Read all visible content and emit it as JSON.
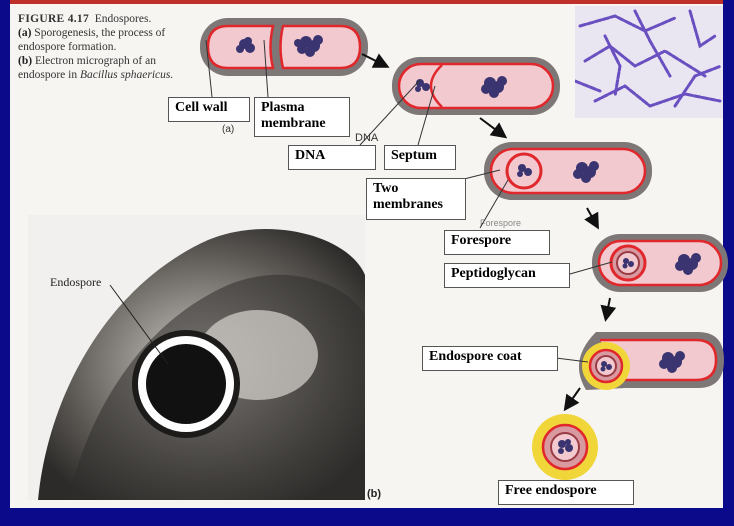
{
  "caption": {
    "figure_number": "FIGURE 4.17",
    "title": "Endospores.",
    "part_a_letter": "(a)",
    "part_a_text": "Sporogenesis, the process of endospore formation.",
    "part_b_letter": "(b)",
    "part_b_text": "Electron micrograph of an endospore in",
    "part_b_species": "Bacillus sphaericus."
  },
  "labels": {
    "cell_wall": "Cell wall",
    "plasma_membrane_1": "Plasma",
    "plasma_membrane_2": "membrane",
    "dna": "DNA",
    "septum": "Septum",
    "two_membranes_1": "Two",
    "two_membranes_2": "membranes",
    "forespore": "Forespore",
    "peptidoglycan": "Peptidoglycan",
    "endospore_coat": "Endospore coat",
    "free_endospore": "Free endospore"
  },
  "figure_marks": {
    "panel_a": "(a)",
    "panel_b": "(b)",
    "dna_fragment": "DNA",
    "forespore_fragment": "Forespore",
    "endospore": "Endospore"
  },
  "colors": {
    "background": "#0a0a8a",
    "cell_wall": "#7d7777",
    "plasma_membrane": "#e0282c",
    "cytoplasm": "#f2c9cf",
    "dna": "#3a3470",
    "coat": "#f1d63a",
    "arrow": "#111111"
  }
}
